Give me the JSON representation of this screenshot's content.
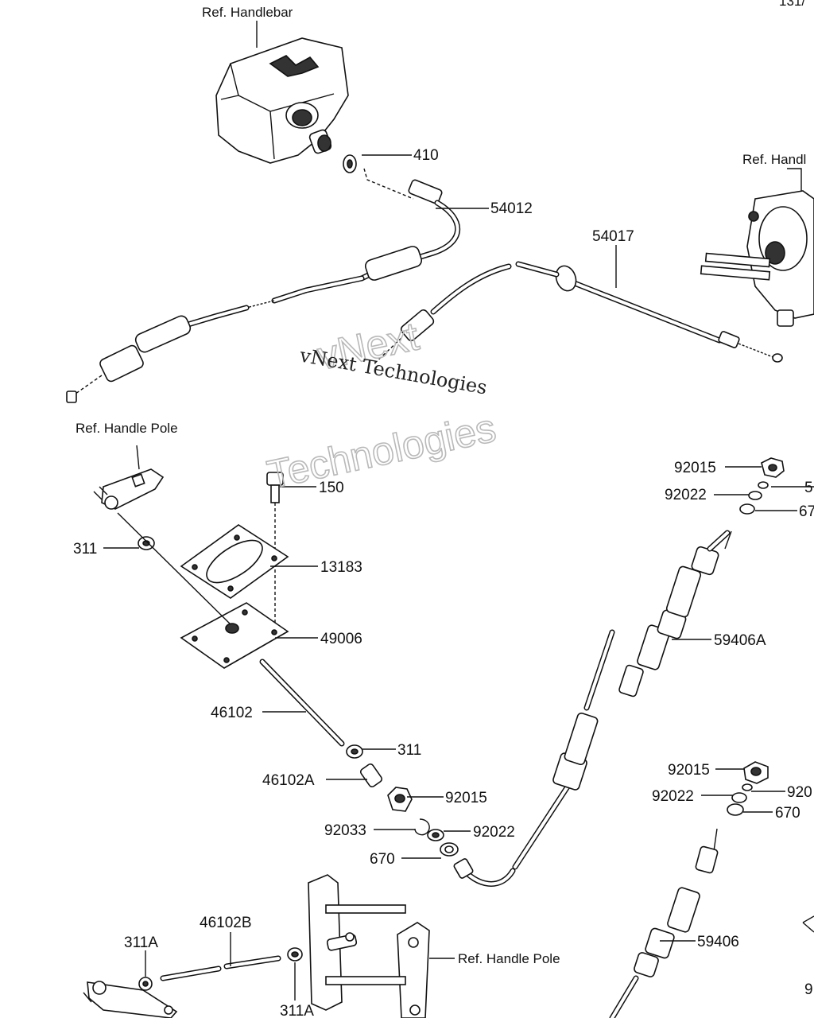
{
  "labels": {
    "ref_handlebar_1": "Ref. Handlebar",
    "ref_handlebar_2": "Ref. Handl",
    "ref_handle_pole_1": "Ref. Handle Pole",
    "ref_handle_pole_2": "Ref. Handle Pole",
    "p410": "410",
    "p54012": "54012",
    "p54017": "54017",
    "p150": "150",
    "p13183": "13183",
    "p49006": "49006",
    "p311_a": "311",
    "p311_b": "311",
    "p46102": "46102",
    "p46102A": "46102A",
    "p92015_a": "92015",
    "p92033": "92033",
    "p92022_a": "92022",
    "p670_a": "670",
    "p59406A": "59406A",
    "p92015_b": "92015",
    "p92022_b": "92022",
    "p670_b": "67",
    "p92015_c": "92015",
    "p92022_c": "92022",
    "p920_c": "920",
    "p670_c": "670",
    "p59406": "59406",
    "p46102B": "46102B",
    "p311A_a": "311A",
    "p311A_b": "311A",
    "top_right_fragment": "131/",
    "edge_fragment_5": "5",
    "edge_fragment_9": "9"
  },
  "watermark": {
    "line1": "vNext Technologies",
    "line2a": "vNext",
    "line2b": "Technologies"
  }
}
